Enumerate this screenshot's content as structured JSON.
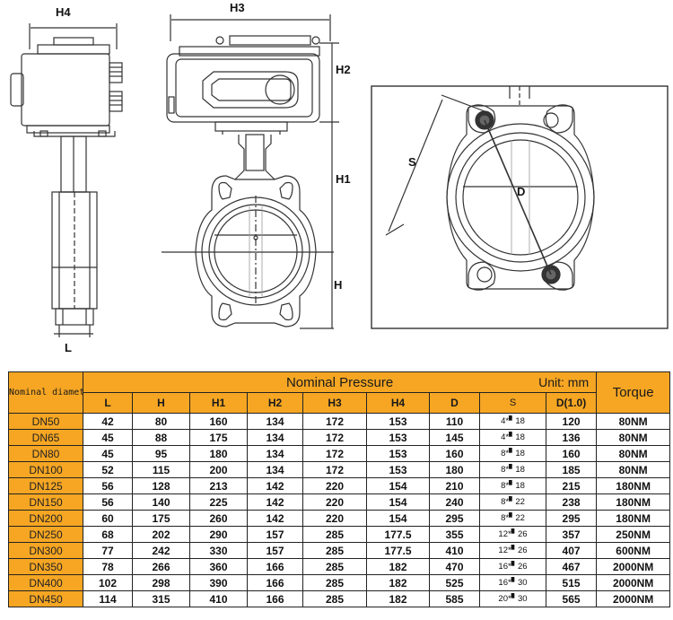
{
  "dimension_labels": {
    "h4": "H4",
    "h3": "H3",
    "h2": "H2",
    "h1": "H1",
    "h": "H",
    "l": "L",
    "s": "S",
    "d": "D"
  },
  "table": {
    "nominal_diameter_label": "Nominal diameter",
    "nominal_pressure_label": "Nominal Pressure",
    "unit_label": "Unit: mm",
    "torque_label": "Torque",
    "columns": [
      "L",
      "H",
      "H1",
      "H2",
      "H3",
      "H4",
      "D",
      "S",
      "D(1.0)"
    ],
    "rows": [
      {
        "dn": "DN50",
        "values": [
          "42",
          "80",
          "160",
          "134",
          "172",
          "153",
          "110",
          "4*▘18",
          "120",
          "80NM"
        ]
      },
      {
        "dn": "DN65",
        "values": [
          "45",
          "88",
          "175",
          "134",
          "172",
          "153",
          "145",
          "4*▘18",
          "136",
          "80NM"
        ]
      },
      {
        "dn": "DN80",
        "values": [
          "45",
          "95",
          "180",
          "134",
          "172",
          "153",
          "160",
          "8*▘18",
          "160",
          "80NM"
        ]
      },
      {
        "dn": "DN100",
        "values": [
          "52",
          "115",
          "200",
          "134",
          "172",
          "153",
          "180",
          "8*▘18",
          "185",
          "80NM"
        ]
      },
      {
        "dn": "DN125",
        "values": [
          "56",
          "128",
          "213",
          "142",
          "220",
          "154",
          "210",
          "8*▘18",
          "215",
          "180NM"
        ]
      },
      {
        "dn": "DN150",
        "values": [
          "56",
          "140",
          "225",
          "142",
          "220",
          "154",
          "240",
          "8*▘22",
          "238",
          "180NM"
        ]
      },
      {
        "dn": "DN200",
        "values": [
          "60",
          "175",
          "260",
          "142",
          "220",
          "154",
          "295",
          "8*▘22",
          "295",
          "180NM"
        ]
      },
      {
        "dn": "DN250",
        "values": [
          "68",
          "202",
          "290",
          "157",
          "285",
          "177.5",
          "355",
          "12*▘26",
          "357",
          "250NM"
        ]
      },
      {
        "dn": "DN300",
        "values": [
          "77",
          "242",
          "330",
          "157",
          "285",
          "177.5",
          "410",
          "12*▘26",
          "407",
          "600NM"
        ]
      },
      {
        "dn": "DN350",
        "values": [
          "78",
          "266",
          "360",
          "166",
          "285",
          "182",
          "470",
          "16*▘26",
          "467",
          "2000NM"
        ]
      },
      {
        "dn": "DN400",
        "values": [
          "102",
          "298",
          "390",
          "166",
          "285",
          "182",
          "525",
          "16*▘30",
          "515",
          "2000NM"
        ]
      },
      {
        "dn": "DN450",
        "values": [
          "114",
          "315",
          "410",
          "166",
          "285",
          "182",
          "585",
          "20*▘30",
          "565",
          "2000NM"
        ]
      }
    ]
  },
  "colors": {
    "header_orange": "#f6a623",
    "line": "#333333"
  }
}
